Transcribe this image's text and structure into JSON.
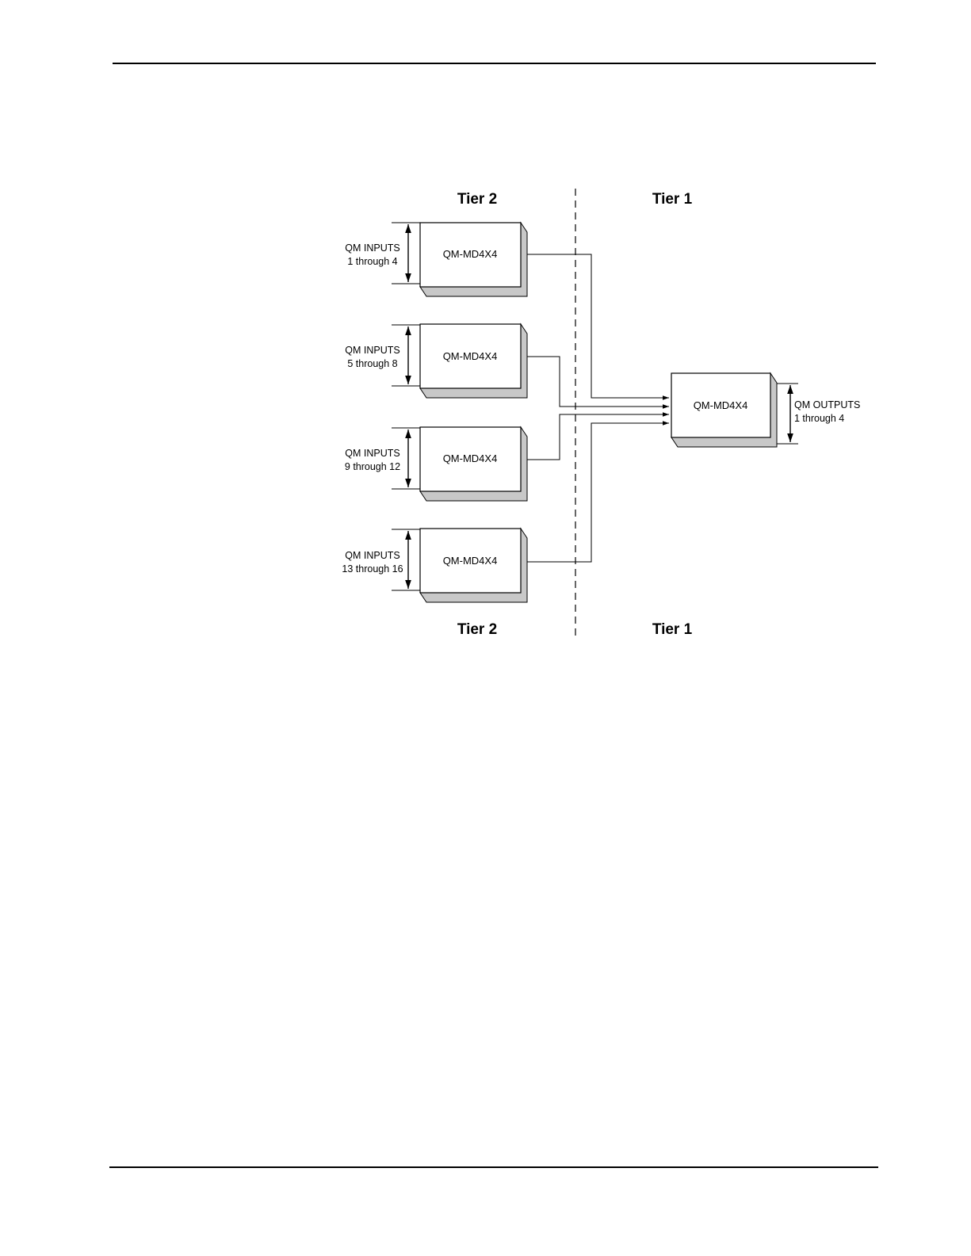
{
  "diagram": {
    "tier_labels": {
      "left": "Tier 2",
      "right": "Tier 1"
    },
    "tier2_units": [
      {
        "label": "QM-MD4X4",
        "input_line1": "QM INPUTS",
        "input_line2": "1 through 4"
      },
      {
        "label": "QM-MD4X4",
        "input_line1": "QM INPUTS",
        "input_line2": "5 through 8"
      },
      {
        "label": "QM-MD4X4",
        "input_line1": "QM INPUTS",
        "input_line2": "9 through 12"
      },
      {
        "label": "QM-MD4X4",
        "input_line1": "QM INPUTS",
        "input_line2": "13 through 16"
      }
    ],
    "tier1_unit": {
      "label": "QM-MD4X4",
      "output_line1": "QM OUTPUTS",
      "output_line2": "1 through 4"
    }
  }
}
